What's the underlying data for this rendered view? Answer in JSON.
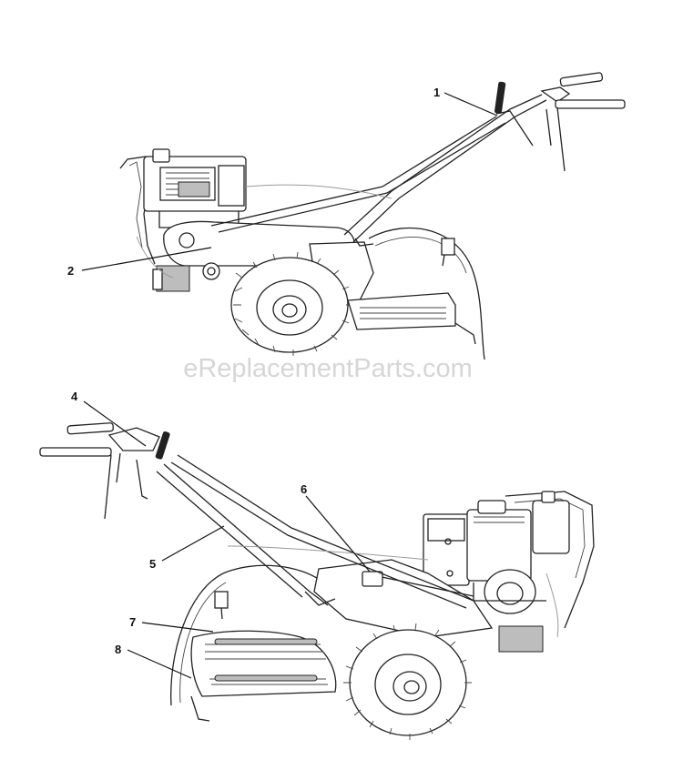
{
  "watermark": "eReplacementParts.com",
  "callouts": [
    "1",
    "2",
    "4",
    "5",
    "6",
    "7",
    "8"
  ]
}
